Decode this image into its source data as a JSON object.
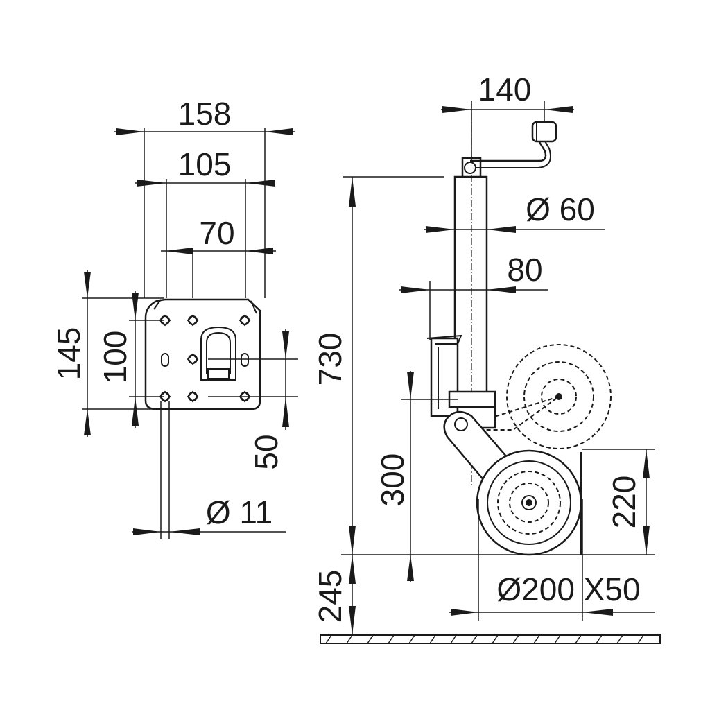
{
  "dimensions": {
    "plate_width_total": "158",
    "plate_width_mid": "105",
    "plate_hole_spacing": "70",
    "plate_height_total": "145",
    "plate_height_mid": "100",
    "plate_offset": "50",
    "hole_diameter": "Ø 11",
    "crank_reach": "140",
    "tube_diameter": "Ø 60",
    "clamp_width": "80",
    "total_height": "730",
    "lower_height": "300",
    "wheel_axle_height": "220",
    "stroke": "245",
    "wheel_size": "Ø200 X50"
  }
}
